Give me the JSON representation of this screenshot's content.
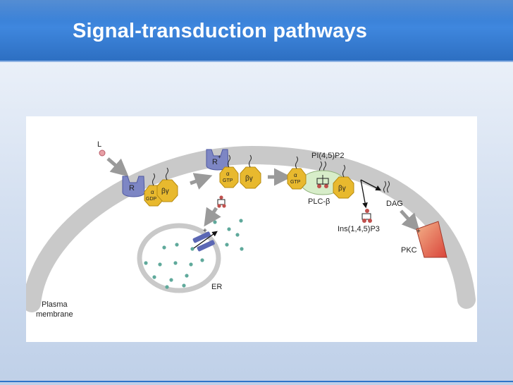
{
  "slide": {
    "title": "Signal-transduction pathways"
  },
  "diagram": {
    "ligand_label": "L",
    "receptor_label": "R",
    "receptor_active_label": "R",
    "receptor_active_superscript": "+",
    "alpha_label": "α",
    "gdp_label": "GDP",
    "gtp_label": "GTP",
    "beta_gamma_label": "βγ",
    "pip2_label": "PI(4,5)P2",
    "plc_label": "PLC-β",
    "dag_label": "DAG",
    "ip3_label": "Ins(1,4,5)P3",
    "pkc_label": "PKC",
    "er_label": "ER",
    "plasma_label_line1": "Plasma",
    "plasma_label_line2": "membrane",
    "plus_sign": "+"
  },
  "colors": {
    "title_bar": "#2f74c9",
    "membrane": "#c9c9c9",
    "receptor": "#7d86c4",
    "gprotein": "#e8b92e",
    "plc": "#d7edc9",
    "pkc": "#e05a4a",
    "arrow": "#9a9a9a",
    "ca_ion": "#5fa99b"
  }
}
